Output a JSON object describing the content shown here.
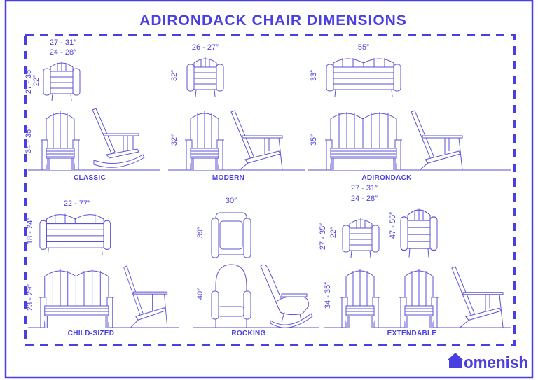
{
  "title": "ADIRONDACK CHAIR DIMENSIONS",
  "brand": "Homenish",
  "colors": {
    "accent": "#4a3fe0",
    "line": "#5a52d8",
    "background": "#ffffff"
  },
  "panels": {
    "classic": {
      "label": "CLASSIC",
      "width_outer": "27 - 31″",
      "width_inner": "24 - 28″",
      "depth_outer": "27 - 35″",
      "depth_inner": "22″",
      "height": "34 - 35″"
    },
    "modern": {
      "label": "MODERN",
      "width": "26 - 27″",
      "depth": "32″",
      "height": "32″"
    },
    "adirondack": {
      "label": "ADIRONDACK",
      "width": "55″",
      "depth": "33″",
      "height": "35″"
    },
    "child_sized": {
      "label": "CHILD-SIZED",
      "width": "22 - 77″",
      "depth": "18 - 24″",
      "height": "23 - 29″"
    },
    "rocking": {
      "label": "ROCKING",
      "width": "30″",
      "depth": "39″",
      "height": "40″"
    },
    "extendable": {
      "label": "EXTENDABLE",
      "width_outer": "27 - 31″",
      "width_inner": "24 - 28″",
      "depth_outer": "27 - 35″",
      "depth_inner": "22″",
      "extended_depth": "47 - 55″",
      "height": "34 - 35″"
    }
  }
}
